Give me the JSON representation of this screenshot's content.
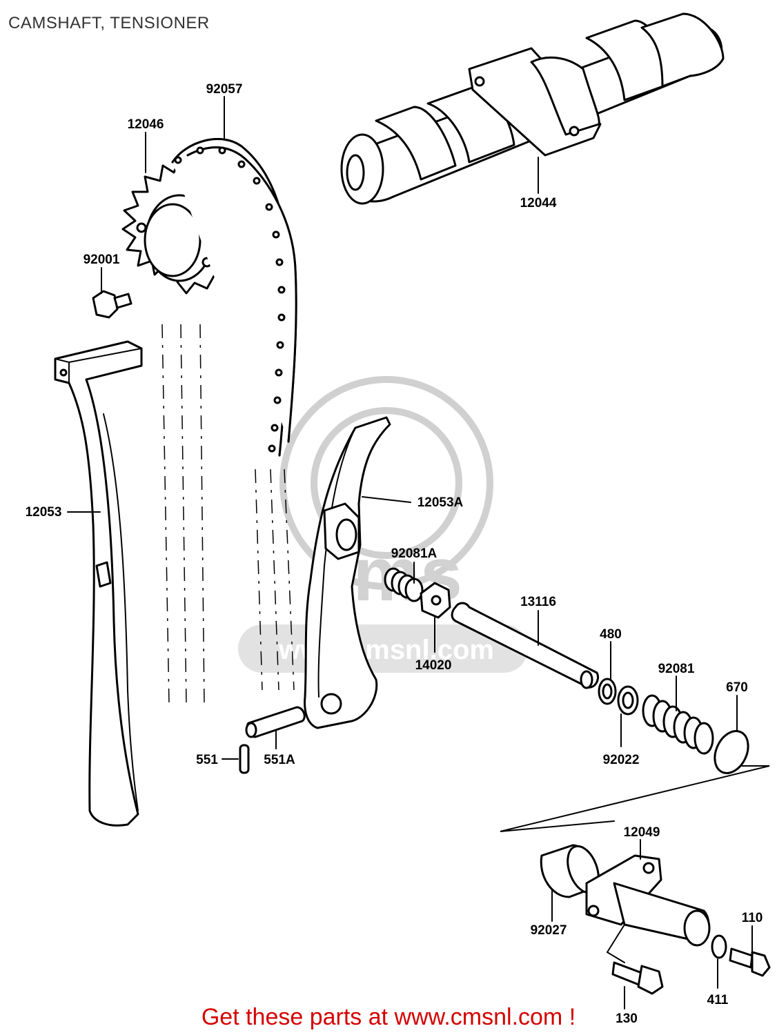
{
  "header": {
    "title": "CAMSHAFT, TENSIONER"
  },
  "watermark": {
    "big": "cms",
    "url": "www.cmsnl.com"
  },
  "footer": {
    "text": "Get these parts at www.cmsnl.com !"
  },
  "parts": {
    "p92057": "92057",
    "p12046": "12046",
    "p12044": "12044",
    "p92001": "92001",
    "p12053": "12053",
    "p12053A": "12053A",
    "p92081A": "92081A",
    "p13116": "13116",
    "p14020": "14020",
    "p480": "480",
    "p92081": "92081",
    "p670": "670",
    "p92022": "92022",
    "p551": "551",
    "p551A": "551A",
    "p12049": "12049",
    "p92027": "92027",
    "p110": "110",
    "p411": "411",
    "p130": "130"
  }
}
